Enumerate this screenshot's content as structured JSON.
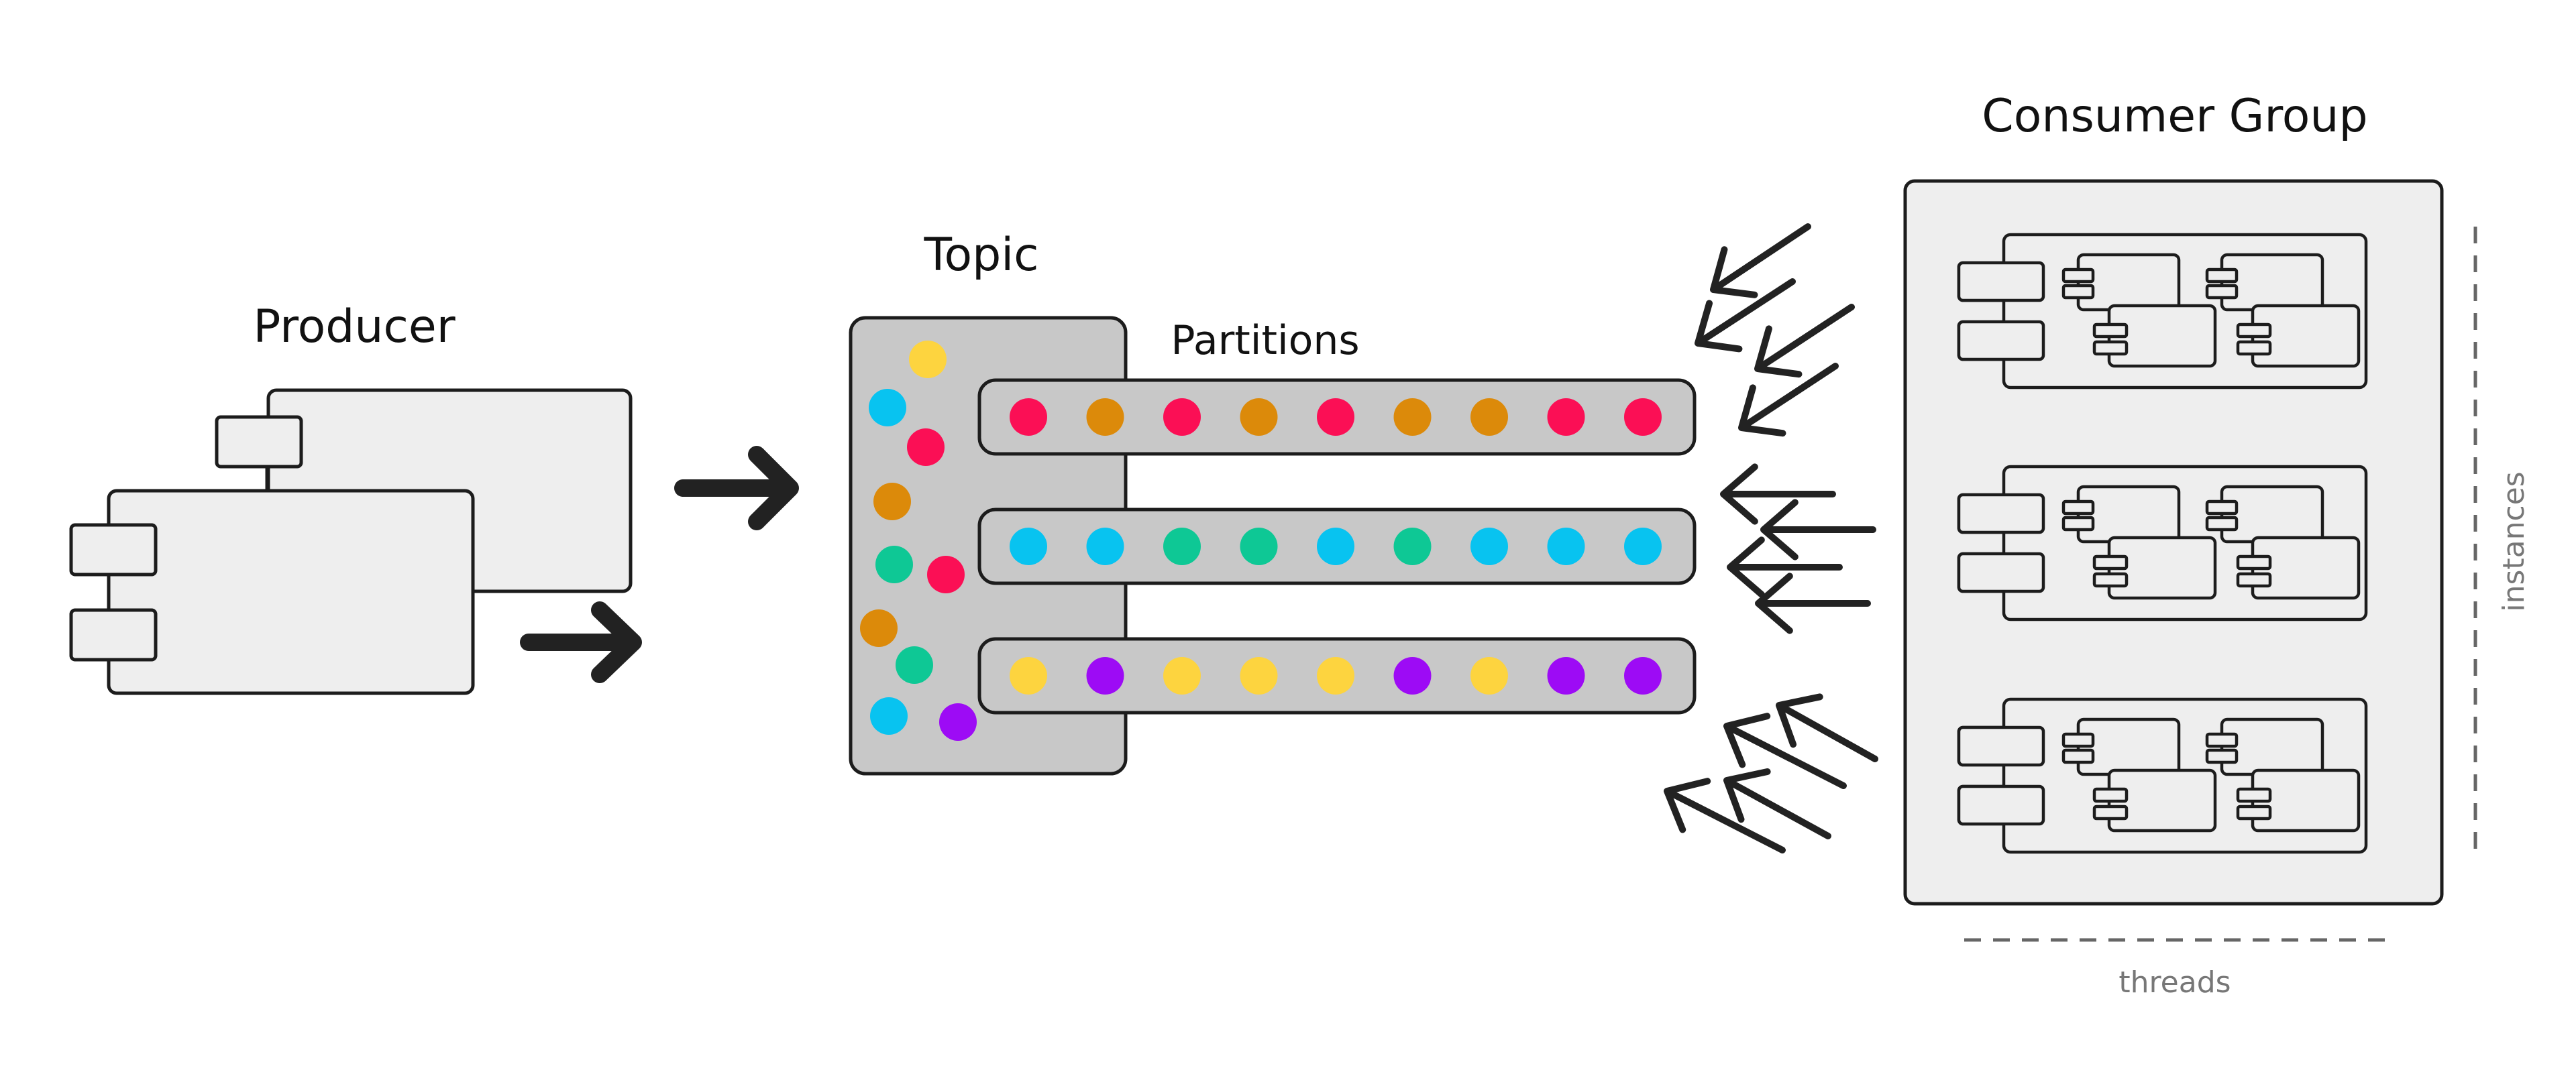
{
  "labels": {
    "producer": "Producer",
    "topic": "Topic",
    "partitions": "Partitions",
    "consumer_group": "Consumer Group",
    "instances": "instances",
    "threads": "threads"
  },
  "colors": {
    "pink": "#fb0f55",
    "orange": "#dc8a0a",
    "yellow": "#fdd43f",
    "cyan": "#08c3f0",
    "green": "#0ec895",
    "purple": "#9d0bf5",
    "topic_fill": "#c8c8c8",
    "box_fill": "#eeeeee",
    "stroke": "#1c1c1c"
  },
  "topic_queue": [
    "yellow",
    "cyan",
    "pink",
    "orange",
    "green",
    "pink",
    "orange",
    "green",
    "cyan",
    "purple"
  ],
  "partitions": [
    [
      "pink",
      "orange",
      "pink",
      "orange",
      "pink",
      "orange",
      "orange",
      "pink",
      "pink"
    ],
    [
      "cyan",
      "cyan",
      "green",
      "green",
      "cyan",
      "green",
      "cyan",
      "cyan",
      "cyan"
    ],
    [
      "yellow",
      "purple",
      "yellow",
      "yellow",
      "yellow",
      "purple",
      "yellow",
      "purple",
      "purple"
    ]
  ],
  "consumer_group": {
    "instance_count": 3,
    "threads_per_instance": 2
  }
}
